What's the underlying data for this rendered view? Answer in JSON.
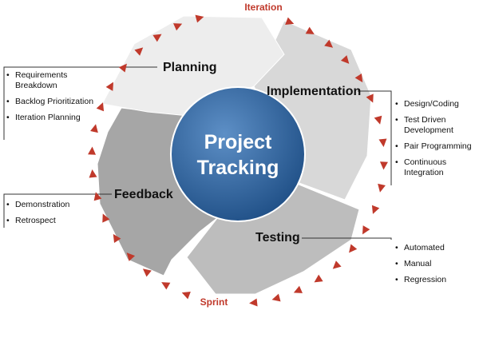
{
  "center": {
    "line1": "Project",
    "line2": "Tracking"
  },
  "cycle_labels": {
    "top": "Iteration",
    "bottom": "Sprint"
  },
  "phases": {
    "planning": {
      "label": "Planning",
      "items": [
        "Requirements Breakdown",
        "Backlog Prioritization",
        "Iteration Planning"
      ]
    },
    "implementation": {
      "label": "Implementation",
      "items": [
        "Design/Coding",
        "Test Driven Development",
        "Pair Programming",
        "Continuous Integration"
      ]
    },
    "testing": {
      "label": "Testing",
      "items": [
        "Automated",
        "Manual",
        "Regression"
      ]
    },
    "feedback": {
      "label": "Feedback",
      "items": [
        "Demonstration",
        "Retrospect"
      ]
    }
  },
  "colors": {
    "center_fill": "#2f6aa8",
    "arrow_marker": "#c0392b",
    "planning_fill": "#ededed",
    "implementation_fill": "#d8d8d8",
    "testing_fill": "#bdbdbd",
    "feedback_fill": "#a6a6a6"
  }
}
